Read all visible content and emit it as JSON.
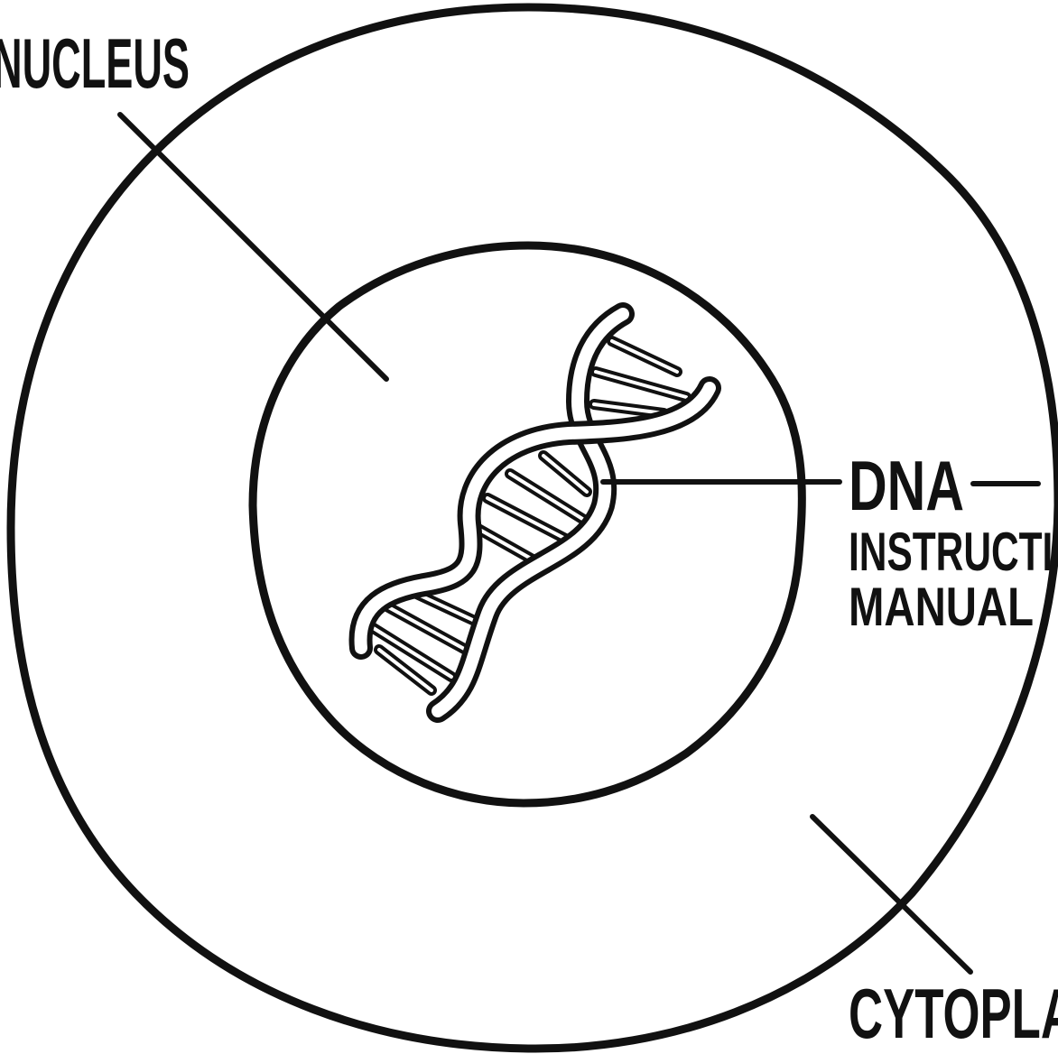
{
  "diagram": {
    "labels": {
      "nucleus": "NUCLEUS",
      "dna": "DNA",
      "dna_desc_line1": "INSTRUCTION",
      "dna_desc_line2": "MANUAL",
      "cytoplasm": "CYTOPLASM"
    },
    "colors": {
      "ink": "#111111",
      "background": "#ffffff"
    }
  }
}
